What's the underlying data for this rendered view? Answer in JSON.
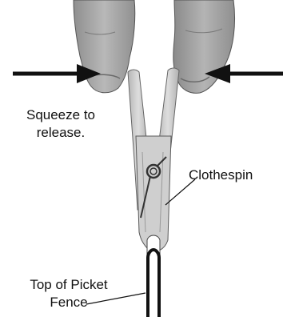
{
  "labels": {
    "squeeze_line1": "Squeeze to",
    "squeeze_line2": "release.",
    "clothespin": "Clothespin",
    "fence_line1": "Top of Picket",
    "fence_line2": "Fence"
  },
  "colors": {
    "ink": "#111111",
    "skin": "#a8a8a8",
    "wood": "#c9c9c9",
    "background": "#ffffff"
  },
  "icons": [
    "left-arrow-icon",
    "right-arrow-icon",
    "spring-icon"
  ]
}
